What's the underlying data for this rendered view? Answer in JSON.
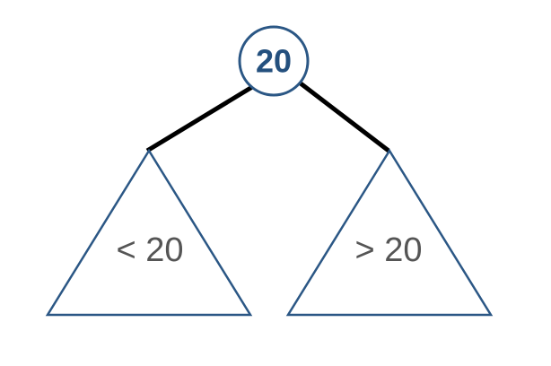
{
  "root": {
    "label": "20"
  },
  "left_subtree": {
    "label": "< 20"
  },
  "right_subtree": {
    "label": "> 20"
  },
  "colors": {
    "node_stroke": "#2b5785",
    "node_text": "#24507e",
    "edge": "#000000",
    "subtree_text": "#555555",
    "background": "#ffffff"
  }
}
